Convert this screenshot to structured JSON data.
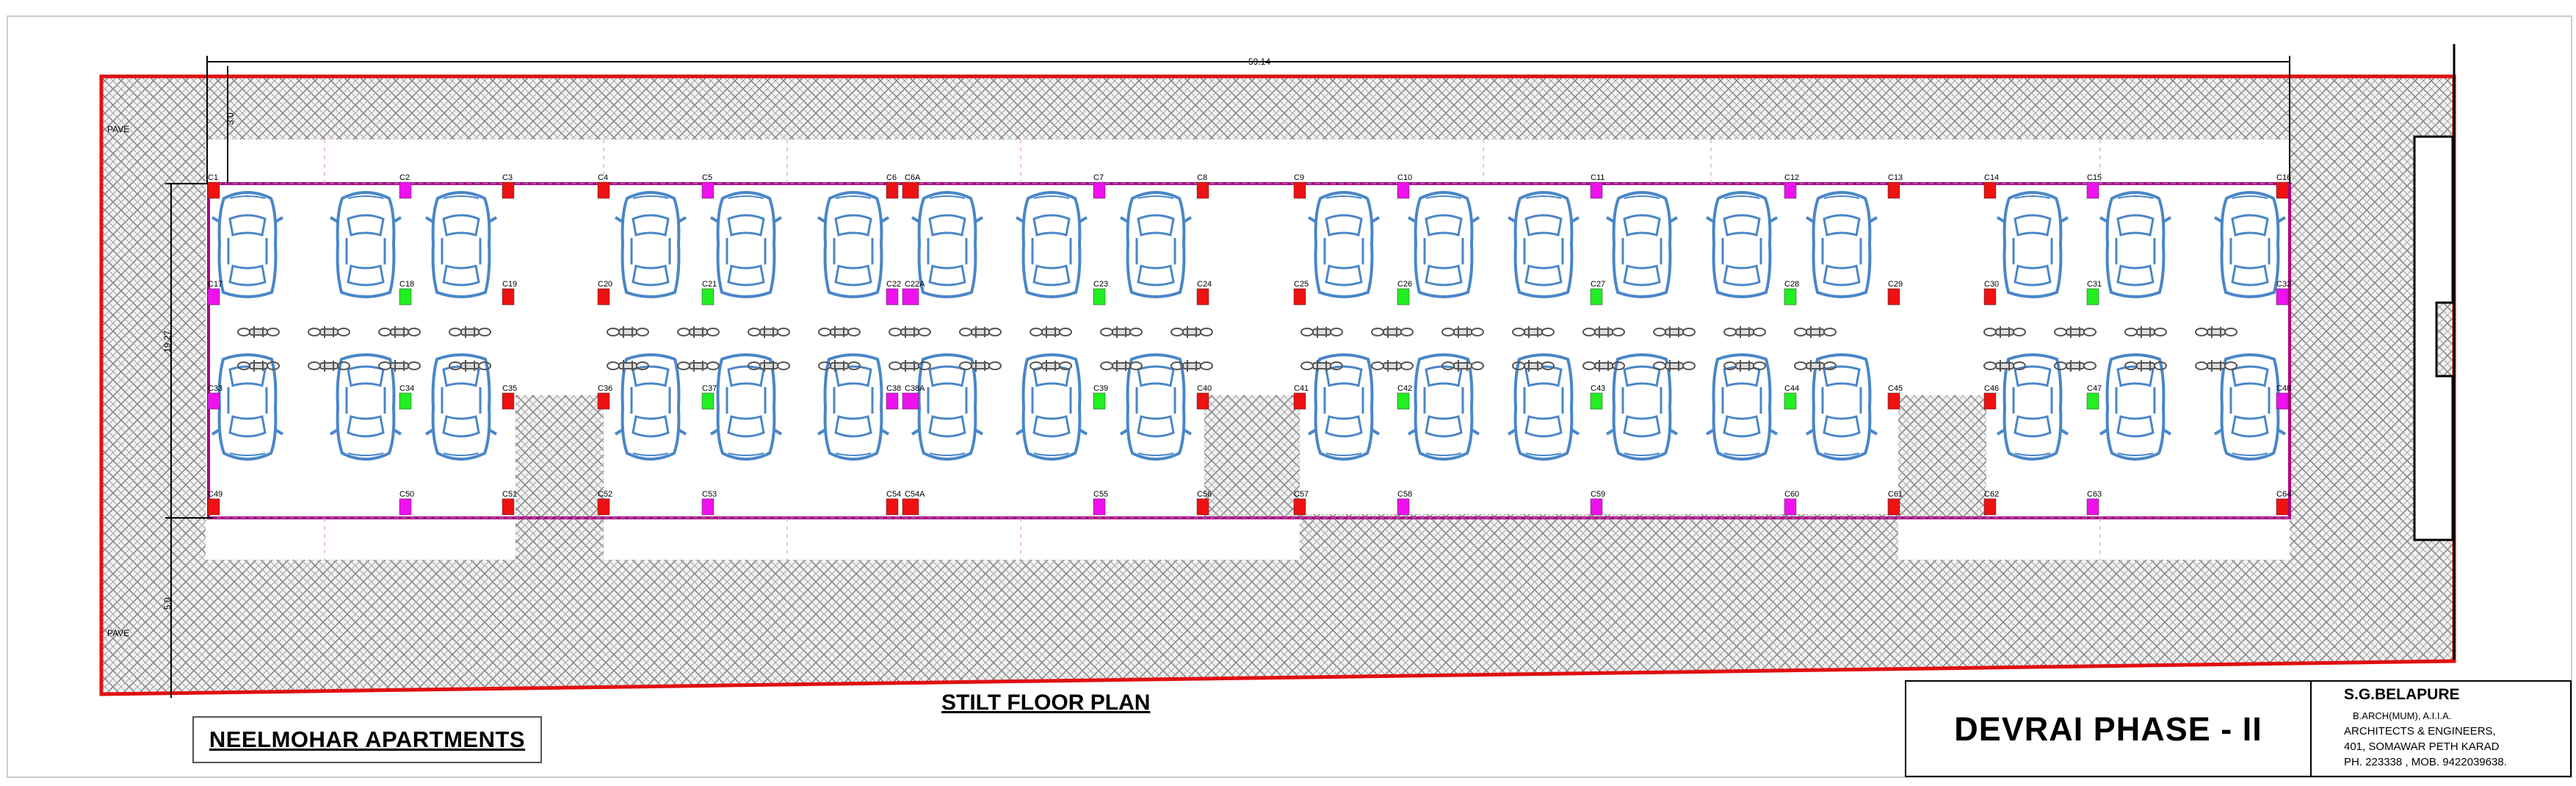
{
  "plan": {
    "title": "STILT FLOOR PLAN",
    "overall_dimension": "59.14",
    "side_dimension": "19.27",
    "bottom_dimension": "5.0",
    "top_dimension": "3.0",
    "paving_labels": [
      "PAVE",
      "PAVE"
    ]
  },
  "colors": {
    "boundary": "#e01010",
    "building_outline": "#b0007f",
    "column_red": "#ee1111",
    "column_magenta": "#ee11ee",
    "column_green": "#22ee22",
    "car": "#4a86c8",
    "bike": "#555555"
  },
  "columns": {
    "row1": [
      "C1",
      "C2",
      "C3",
      "C4",
      "C5",
      "C6",
      "C6A",
      "C7",
      "C8",
      "C9",
      "C10",
      "C11",
      "C12",
      "C13",
      "C14",
      "C15",
      "C16"
    ],
    "row2": [
      "C17",
      "C18",
      "C19",
      "C20",
      "C21",
      "C22",
      "C22A",
      "C23",
      "C24",
      "C25",
      "C26",
      "C27",
      "C28",
      "C29",
      "C30",
      "C31",
      "C32"
    ],
    "row3": [
      "C33",
      "C34",
      "C35",
      "C36",
      "C37",
      "C38",
      "C38A",
      "C39",
      "C40",
      "C41",
      "C42",
      "C43",
      "C44",
      "C45",
      "C46",
      "C47",
      "C48"
    ],
    "row4": [
      "C49",
      "C50",
      "C51",
      "C52",
      "C53",
      "C54",
      "C54A",
      "C55",
      "C56",
      "C57",
      "C58",
      "C59",
      "C60",
      "C61",
      "C62",
      "C63",
      "C64"
    ]
  },
  "apartment_name": "NEELMOHAR APARTMENTS",
  "project_name": "DEVRAI PHASE - II",
  "architect": {
    "name": "S.G.BELAPURE",
    "qualification": "B.ARCH(MUM), A.I.I.A.",
    "firm": "ARCHITECTS & ENGINEERS,",
    "address": "401, SOMAWAR PETH KARAD",
    "phone": "PH. 223338 , MOB. 9422039638."
  }
}
